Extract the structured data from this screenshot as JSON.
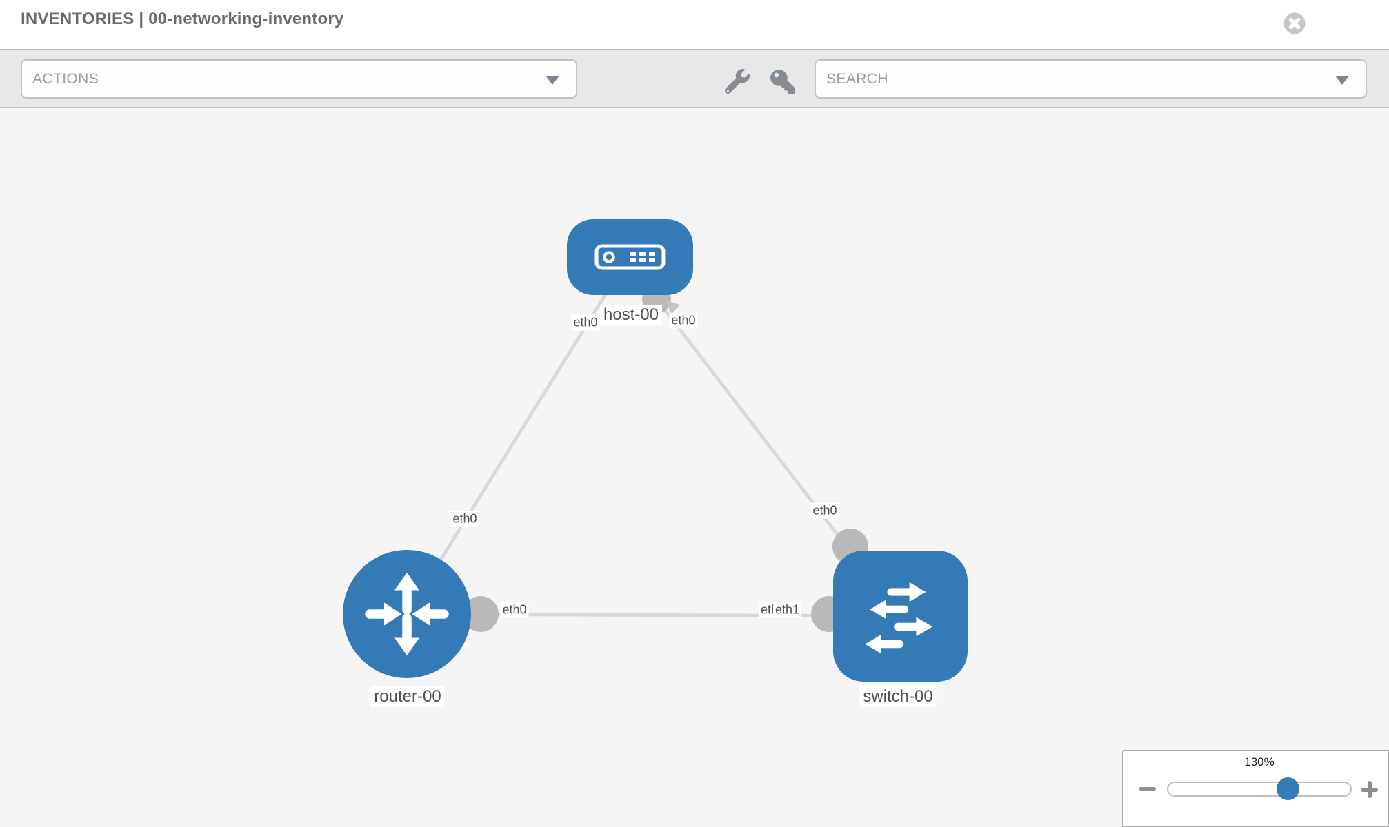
{
  "window": {
    "title": "INVENTORIES | 00-networking-inventory"
  },
  "toolbar": {
    "actions": {
      "label": "ACTIONS"
    },
    "search": {
      "label": "SEARCH"
    },
    "icons": [
      "wrench-icon",
      "key-icon"
    ]
  },
  "topology": {
    "nodes": [
      {
        "id": "host-00",
        "type": "host",
        "label": "host-00"
      },
      {
        "id": "router-00",
        "type": "router",
        "label": "router-00"
      },
      {
        "id": "switch-00",
        "type": "switch",
        "label": "switch-00"
      }
    ],
    "links": [
      {
        "source": "host-00",
        "target": "router-00",
        "source_interface": "eth0",
        "target_interface": "eth0"
      },
      {
        "source": "host-00",
        "target": "switch-00",
        "source_interface": "eth0",
        "target_interface": "eth0"
      },
      {
        "source": "router-00",
        "target": "switch-00",
        "source_interface": "eth0",
        "target_interface": "eth1"
      }
    ],
    "interface_labels": {
      "host_left": "eth0",
      "host_right": "eth0",
      "router_top": "eth0",
      "router_right": "eth0",
      "switch_top": "eth0",
      "switch_left_back": "eth1",
      "switch_left_front": "eth1"
    }
  },
  "zoom_control": {
    "percent": "130%"
  },
  "colors": {
    "node_blue": "#337ab7",
    "edge_gray": "#d9d9d9",
    "port_gray": "#b9b9b9",
    "canvas_bg": "#f5f5f5",
    "toolbar_bg": "#e8e8e8"
  }
}
